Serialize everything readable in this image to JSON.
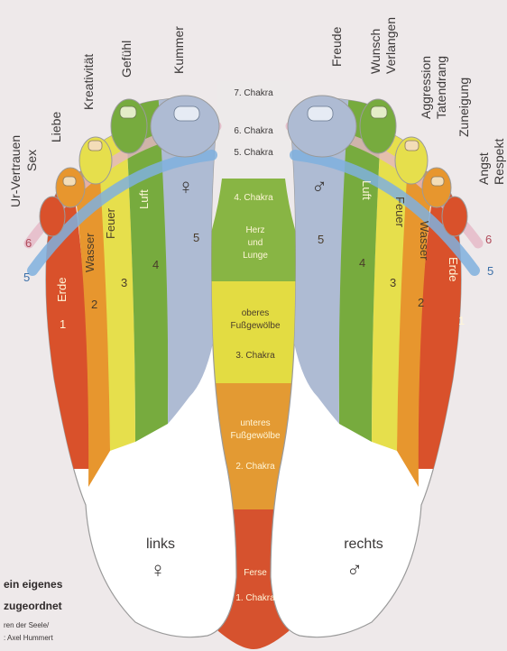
{
  "top_labels_left": [
    "Ur-Vertrauen",
    "Sex",
    "Liebe",
    "Kreativität",
    "Gefühl",
    "Kummer"
  ],
  "top_labels_right": [
    "Freude",
    "Wunsch",
    "Verlangen",
    "Aggression",
    "Tatendrang",
    "Zuneigung",
    "Angst",
    "Respekt"
  ],
  "chakras": [
    "7. Chakra",
    "6. Chakra",
    "5. Chakra",
    "4. Chakra",
    "3. Chakra",
    "2. Chakra",
    "1. Chakra"
  ],
  "regions": {
    "herz": [
      "Herz",
      "und",
      "Lunge"
    ],
    "oberes": [
      "oberes",
      "Fußgewölbe"
    ],
    "unteres": [
      "unteres",
      "Fußgewölbe"
    ],
    "ferse": "Ferse"
  },
  "elements": [
    "Erde",
    "Wasser",
    "Feuer",
    "Luft"
  ],
  "numbers": [
    "1",
    "2",
    "3",
    "4",
    "5",
    "6"
  ],
  "feet": {
    "left": {
      "label": "links",
      "symbol": "♀"
    },
    "right": {
      "label": "rechts",
      "symbol": "♂"
    }
  },
  "caption": {
    "line1": "ein eigenes",
    "line2": "zugeordnet",
    "credit1": "ren der Seele/",
    "credit2": ": Axel Hummert"
  },
  "colors": {
    "zone1": "#d9512b",
    "zone2": "#e7962e",
    "zone3": "#e6df4c",
    "zone4": "#77ab3e",
    "zone5": "#aebbd3",
    "band5": "#7fb0de",
    "band6": "#e5b6c6",
    "center_green": "#88b544",
    "center_yellow": "#e3dc42",
    "center_orange": "#e39a33",
    "center_red": "#d6522e"
  }
}
